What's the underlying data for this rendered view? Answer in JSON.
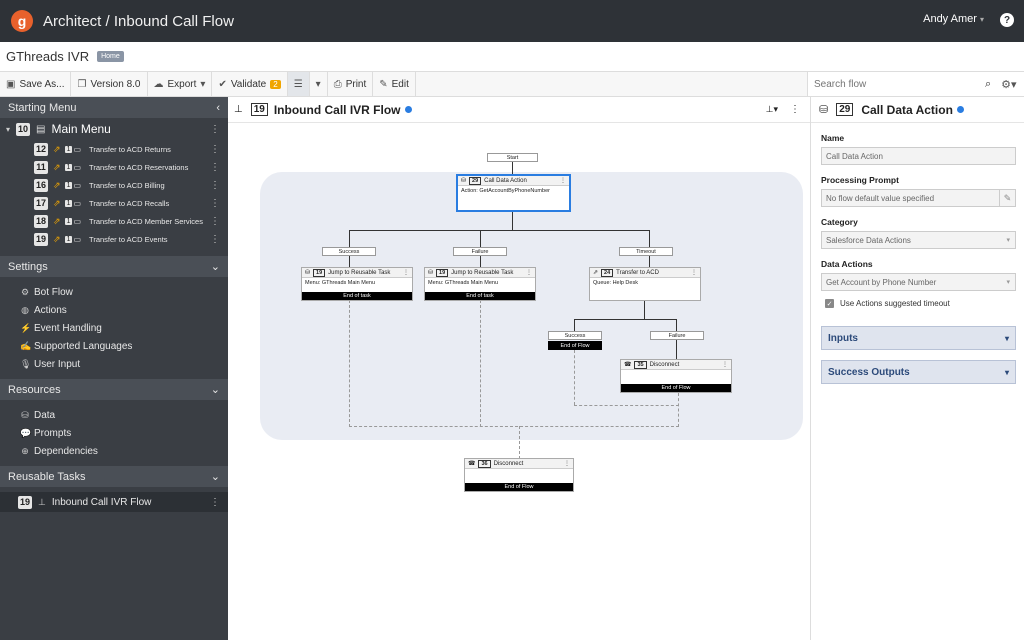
{
  "topbar": {
    "logo": "g",
    "title": "Architect / Inbound Call Flow",
    "user": "Andy Amer",
    "help": "?"
  },
  "subheader": {
    "flow_name": "GThreads IVR",
    "badge": "Home"
  },
  "toolbar": {
    "save_as": "Save As...",
    "version": "Version 8.0",
    "export": "Export",
    "validate": "Validate",
    "validate_count": "2",
    "print": "Print",
    "edit": "Edit"
  },
  "search": {
    "placeholder": "Search flow"
  },
  "sidebar": {
    "starting_menu": "Starting Menu",
    "main_menu": {
      "num": "10",
      "title": "Main Menu"
    },
    "tasks": [
      {
        "num": "12",
        "small": "1",
        "label": "Transfer to ACD Returns"
      },
      {
        "num": "11",
        "small": "1",
        "label": "Transfer to ACD Reservations"
      },
      {
        "num": "16",
        "small": "1",
        "label": "Transfer to ACD Billing"
      },
      {
        "num": "17",
        "small": "1",
        "label": "Transfer to ACD Recalls"
      },
      {
        "num": "18",
        "small": "1",
        "label": "Transfer to ACD Member Services"
      },
      {
        "num": "19",
        "small": "1",
        "label": "Transfer to ACD Events"
      }
    ],
    "settings": "Settings",
    "settings_items": [
      "Bot Flow",
      "Actions",
      "Event Handling",
      "Supported Languages",
      "User Input"
    ],
    "resources": "Resources",
    "resources_items": [
      "Data",
      "Prompts",
      "Dependencies"
    ],
    "reusable_tasks": "Reusable Tasks",
    "reusable_item": {
      "num": "19",
      "label": "Inbound Call IVR Flow"
    }
  },
  "canvas": {
    "num": "19",
    "title": "Inbound Call IVR Flow",
    "start": "Start",
    "call_data": {
      "num": "29",
      "title": "Call Data Action",
      "body": "Action: GetAccountByPhoneNumber"
    },
    "success": "Success",
    "failure": "Failure",
    "timeout": "Timeout",
    "jump1": {
      "num": "19",
      "title": "Jump to Reusable Task",
      "body": "Menu: GThreads Main Menu",
      "foot": "End of task"
    },
    "jump2": {
      "num": "19",
      "title": "Jump to Reusable Task",
      "body": "Menu: GThreads Main Menu",
      "foot": "End of task"
    },
    "acd": {
      "num": "24",
      "title": "Transfer to ACD",
      "body": "Queue: Help Desk"
    },
    "acd_success": "Success",
    "acd_end": "End of Flow",
    "acd_failure": "Failure",
    "disc35": {
      "num": "35",
      "title": "Disconnect",
      "foot": "End of Flow"
    },
    "disc36": {
      "num": "36",
      "title": "Disconnect",
      "foot": "End of Flow"
    }
  },
  "rpanel": {
    "num": "29",
    "title": "Call Data Action",
    "name_label": "Name",
    "name_value": "Call Data Action",
    "prompt_label": "Processing Prompt",
    "prompt_value": "No flow default value specified",
    "category_label": "Category",
    "category_value": "Salesforce Data Actions",
    "actions_label": "Data Actions",
    "actions_value": "Get Account by Phone Number",
    "timeout_check": "Use Actions suggested timeout",
    "inputs": "Inputs",
    "success_outputs": "Success Outputs"
  }
}
